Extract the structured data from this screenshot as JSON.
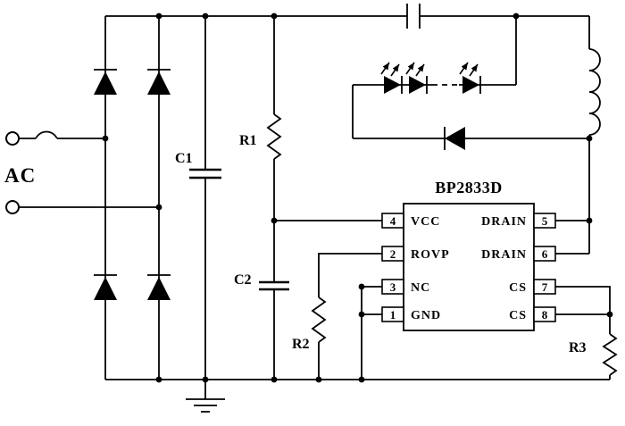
{
  "circuit": {
    "source_label": "AC",
    "components": {
      "c1": "C1",
      "r1": "R1",
      "c2": "C2",
      "r2": "R2",
      "r3": "R3"
    },
    "ic": {
      "title": "BP2833D",
      "left_pins": [
        {
          "num": "4",
          "name": "VCC"
        },
        {
          "num": "2",
          "name": "ROVP"
        },
        {
          "num": "3",
          "name": "NC"
        },
        {
          "num": "1",
          "name": "GND"
        }
      ],
      "right_pins": [
        {
          "num": "5",
          "name": "DRAIN"
        },
        {
          "num": "6",
          "name": "DRAIN"
        },
        {
          "num": "7",
          "name": "CS"
        },
        {
          "num": "8",
          "name": "CS"
        }
      ]
    }
  }
}
